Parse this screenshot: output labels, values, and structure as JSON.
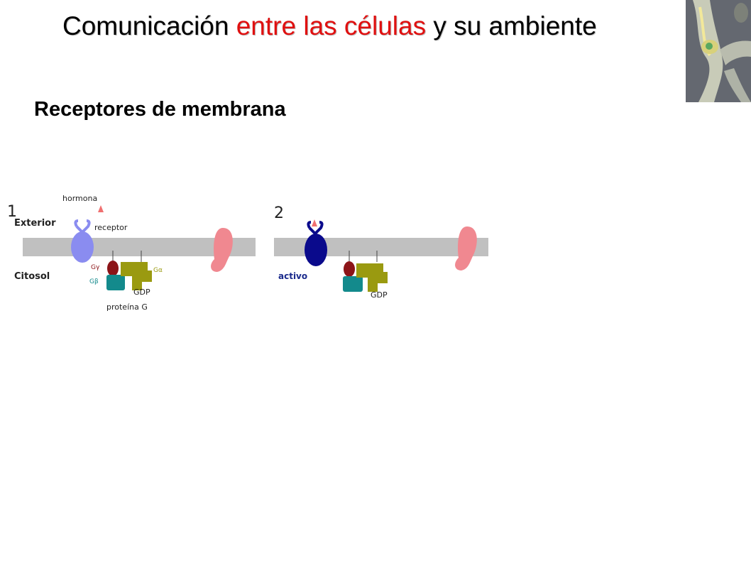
{
  "slide": {
    "title_part1": "Comunicación ",
    "title_part2": "entre las células",
    "title_part3": " y su ambiente",
    "title_highlight_color": "#e01010",
    "subtitle": "Receptores de membrana"
  },
  "diagram": {
    "panel1": {
      "number": "1",
      "label_exterior": "Exterior",
      "label_citosol": "Citosol",
      "label_hormona": "hormona",
      "label_receptor": "receptor",
      "label_g_gamma": "Gγ",
      "label_g_beta": "Gβ",
      "label_g_alpha": "Gα",
      "label_gdp": "GDP",
      "label_protein": "proteína G"
    },
    "panel2": {
      "number": "2",
      "label_activo": "activo",
      "label_gdp": "GDP"
    },
    "colors": {
      "membrane": "#c0c0c0",
      "receptor_inactive": "#8a8cf0",
      "receptor_active": "#0a0a8c",
      "hormone": "#f07070",
      "effector": "#f08890",
      "g_gamma": "#8c1418",
      "g_beta": "#138a8c",
      "g_alpha": "#9a9a10"
    }
  },
  "image": {
    "icon": "neuron-synapse-icon"
  }
}
